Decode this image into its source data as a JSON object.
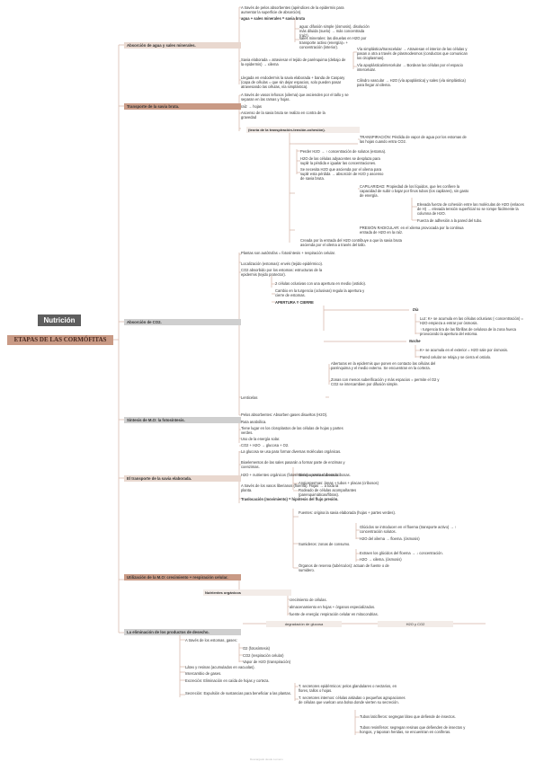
{
  "title": "Nutrición",
  "root": "ETAPAS DE LAS CORMÓFITAS",
  "footer": "Descargado desde Lumens",
  "sections": {
    "s1": "Absorción de agua y sales minerales.",
    "s2": "Transporte de la savia bruta.",
    "s3": "Absorción de CO2.",
    "s4": "Síntesis de M.O: la fotosíntesis.",
    "s5": "El transporte de la savia elaborada.",
    "s6": "Utilización de la M.O: crecimiento + respiración celular.",
    "s7": "La eliminación de los productos de desecho."
  },
  "n": {
    "a1": "A través de pelos absorbentes (apéndices de la epidermis para aumentar la superficie de absorción).",
    "a2": "agua + sales minerales = savia bruta",
    "a3": "agua: difusión simple (ósmosis), disolución más diluida (suelo) → más concentrada (raíz).",
    "a4": "sales minerales: las disuelas en H2O por transporte activo (energía)= + concentración (interior).",
    "a5": "Savia elaborada = atraviesar el tejido de parénquima (debajo de la epidermis) → xilema",
    "a6": "Vía simplástica/transcelular → Atraviesan el interior de las células y pasan a otra a través de plasmodesmos (conductos que comunican los citoplasmas).",
    "a7": "Vía apoplástica/intercelular → Bordean las células por el espacio intercelular.",
    "a8": "Llegada en endodermis la savia elaborada + banda de Caspary (capa de células = que sin dejar espacios, solo pueden pasar atravesando las células, vía simplástica).",
    "a9": "Cilindro vascular → H2O (vía apoplástica) y sales (vía simplástica) para llegar al xilema.",
    "b1": "A través de vasos leñosos (xilema) que ascienden por el tallo y se separan en las ramas y hojas.",
    "b2": "raíz → hojas",
    "b3": "Ascenso de la savia bruta se realiza en contra de la gravedad",
    "b4": "(teoría de la transpiración-tensión-cohesión).",
    "b5": "TRANSPIRACIÓN: Pérdida de vapor de agua por los estomas de las hojas cuando entra CO2.",
    "b6": "Perder H2O → ↑ concentración de solutos (estoma).",
    "b7": "H2O de las células adyacentes se desplaza para suplir la pérdida e igualar las concentraciones.",
    "b8": "Se necesita H2O que ascienda por el xilema para suplir esta pérdida → absorción de H2O y ascenso de savia bruta.",
    "b9": "CAPILARIDAD: Propiedad de los líquidos, que les confiere la capacidad de subir o bajar por finos tubos (los capilares), sin gasto de energía.",
    "b10": "Elevada fuerza de cohesión entre las moléculas de H2O (enlaces de H) → elevada tensión superficial no se rompe fácilmente la columna de H2O.",
    "b11": "Fuerza de adhesión a la pared del tubo.",
    "b12": "PRESIÓN RADICULAR: en el xilema provocada por la continua entrada de H2O en la raíz.",
    "b13": "Creada por la entrada del H2O contribuye a que la savia bruta ascienda por el xilema a través del tallo.",
    "c1": "Plantas son autótrofas = fotosíntesis + respiración celular.",
    "c2": "Localización (estomas): envés (tejido epidérmico).",
    "c3": "CO2 absorbido por los estomas: estructuras de la epidermis (tejido protector).",
    "c4": "2 células oclusivas con una apertura en medio (ostiolo).",
    "c5": "Cambio en la turgencia (oclusivas) regula la apertura y cierre de estomas.",
    "c6": "APERTURA Y CIERRE",
    "c7": "Día",
    "c8": "Luz: K+ se acumula en las células oclusivas (↑concentración) = H2O empieza a entrar por ósmosis.",
    "c9": "↑ turgencia tira de las fibrillas de celulosa de la zona hueca provocando la apertura del estoma.",
    "c10": "Noche",
    "c11": "K+ se acumula en el exterior = H2O sale por ósmosis.",
    "c12": "Pared celular se relaja y se cierra el ostiolo.",
    "c13": "Lenticelas",
    "c14": "Aberturas en la epidermis que ponen en contacto las células del parénquima y el medio externo. Se encuentran en la corteza.",
    "c15": "Zonas con menos suberificación y más espacios = permite el O2 y CO2 se intercambien por difusión simple.",
    "c16": "Pelos absorbentes: Absorben gases disueltos (H2O).",
    "d1": "Ruta anabólica.",
    "d2": "Tiene lugar en los cloroplastos de las células de hojas y partes verdes.",
    "d3": "Uso de la energía solar.",
    "d4": "CO2 + H2O → glucosa + O2.",
    "d5": "La glucosa se usa para formar diversas moléculas orgánicas.",
    "d6": "Bioelementos de las sales pasarán a formar parte de enzimas y coenzimas.",
    "e1": "H2O + nutrientes orgánicos (fotosíntesis) = savia elaborada.",
    "e2": "A través de los vasos liberianos (floema). Hojas → a toda la planta.",
    "e3": "Gimnospermas: áreas cribosas.",
    "e4": "Angiospermas: áreas + tubos + placas (cribosos)",
    "e5": "Rodeado de células acompañantes (parenquimáticas/fibras).",
    "e6": "Traslocación (movimiento) = hipótesis del flujo presión.",
    "e7": "Fuentes: origina la savia elaborada (hojas + partes verdes).",
    "e8": "Glúcidos se introducen en el floema (transporte activo) → ↑ concentración solutos.",
    "e9": "H2O del xilema → floema. (ósmosis)",
    "e10": "Sumideros: zonas de consumo.",
    "e11": "Extraen los glúcidos del floema → ↓ concentración.",
    "e12": "H2O → xilema. (ósmosis)",
    "e13": "Órganos de reserva (tubérculos): actuan de fuente o de sumidero.",
    "f1": "Nutrientes orgánicos",
    "f2": "crecimiento de células.",
    "f3": "almacenamiento en hojas + órganos especializados.",
    "f4": "fuente de energía: respiración celular en mitocondrias.",
    "f5": "degradación de glucosa",
    "f6": "H2O y CO2",
    "g1": "A través de los estomas, gases:",
    "g2": "O2 (fotosíntesis)",
    "g3": "CO2 (respiración celular)",
    "g4": "Vapor de H2O (transpiración)",
    "g5": "Látex y resinas (acumulados en vacuolas).",
    "g6": "Intercambio de gases.",
    "g7": "Excreción: Eliminación en caída de hojas y corteza.",
    "g8": "Secreción: Expulsión de sustancias para beneficiar a las plantas.",
    "g9": "T. secretores epidérmicos: pelos glandulares o nectarios, en flores, tallos o hojas.",
    "g10": "T. secretores internos: células aisladas o pequeñas agrupaciones de células que vuelcan una bolsa donde vierten su secreción.",
    "g11": "Tubos laticíferos: segregan látex que defiende de insectos.",
    "g12": "Tubos resiníferos: segregan resinas que defienden de insectos y hongos, y taponan heridas, se encuentran en coníferas."
  }
}
